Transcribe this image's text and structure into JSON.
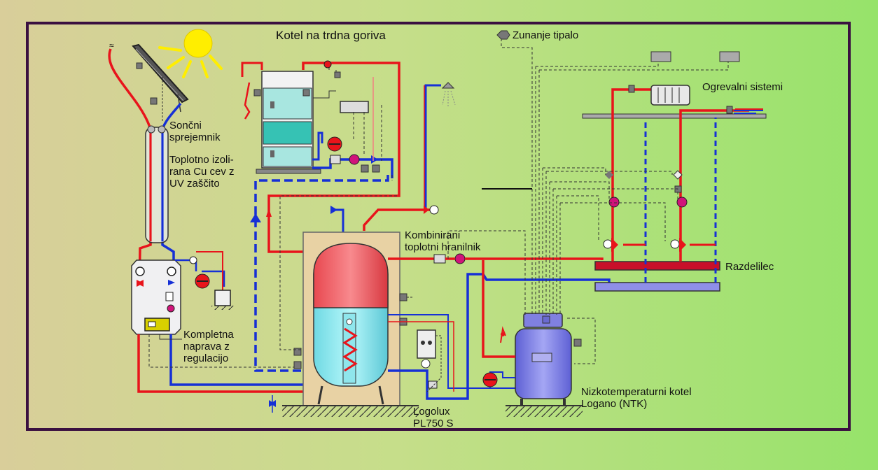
{
  "labels": {
    "solar_collector": "Sončni\nsprejemnik",
    "insulated_pipe": "Toplotno izoli-\nrana Cu cev z\nUV zaščito",
    "solid_fuel_boiler": "Kotel na trdna goriva",
    "outdoor_sensor": "Zunanje tipalo",
    "heating_systems": "Ogrevalni sistemi",
    "combined_storage": "Kombinirani\ntoplotni hranilnik",
    "manifold": "Razdelilec",
    "complete_unit": "Kompletna\nnaprava z\nregulacijo",
    "logolux": "Logolux\nPL750 S",
    "low_temp_boiler": "Nizkotemperaturni kotel\nLogano (NTK)"
  },
  "colors": {
    "frame": "#3a1040",
    "hot_pipe": "#e8141b",
    "cold_pipe": "#1630d6",
    "tank_body": "#8ff0f5",
    "tank_top": "#f06068",
    "boiler_teal": "#8fd6d0",
    "ntk_boiler": "#7a7be8",
    "sun": "#ffee00",
    "manifold_hot": "#c8102a",
    "manifold_cold": "#8f8fe8"
  },
  "icons": [
    "sun-icon",
    "pump-icon",
    "valve-icon",
    "expansion-vessel-icon",
    "shower-icon",
    "radiator-icon",
    "outdoor-sensor-icon",
    "controller-icon",
    "safety-valve-icon"
  ]
}
